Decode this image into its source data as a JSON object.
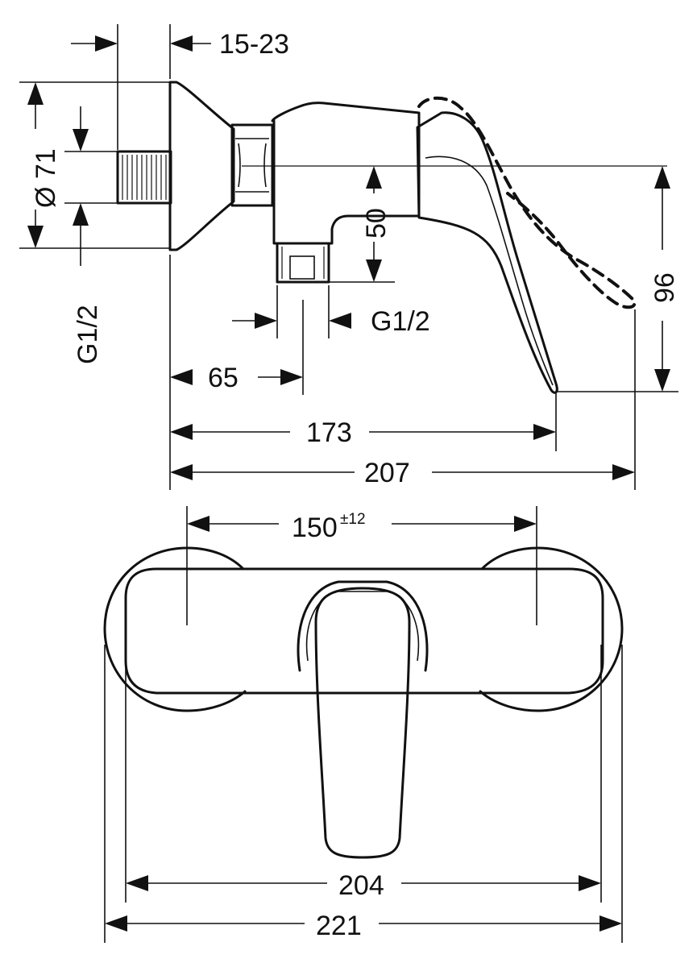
{
  "diagram": {
    "side_view": {
      "dim_wall_depth": "15-23",
      "dim_flange_diameter": "Ø 71",
      "dim_inlet_thread": "G1/2",
      "dim_outlet_height": "50",
      "dim_outlet_thread": "G1/2",
      "dim_outlet_offset": "65",
      "dim_lever_length": "173",
      "dim_total_depth": "207",
      "dim_lever_height": "96"
    },
    "front_view": {
      "dim_centre_distance": "150",
      "dim_centre_tolerance": "±12",
      "dim_body_width": "204",
      "dim_overall_width": "221"
    }
  }
}
